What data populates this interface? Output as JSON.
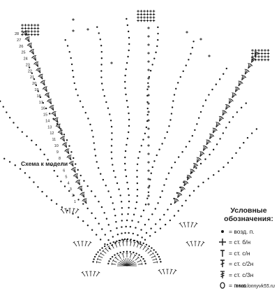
{
  "caption": "Схема к модели",
  "legend": {
    "title_line1": "Условные",
    "title_line2": "обозначения:",
    "items": [
      {
        "symbol": "chain-dot-icon",
        "label": "= возд. п."
      },
      {
        "symbol": "single-crochet-icon",
        "label": "= ст. б/н"
      },
      {
        "symbol": "half-double-crochet-icon",
        "label": "= ст. с/н"
      },
      {
        "symbol": "double-crochet-icon",
        "label": "= ст. с/2н"
      },
      {
        "symbol": "treble-crochet-icon",
        "label": "= ст. с/3н"
      },
      {
        "symbol": "picot-icon",
        "label": "= пико"
      }
    ]
  },
  "row_numbers": [
    "1",
    "2",
    "3",
    "4",
    "5",
    "6",
    "7",
    "8",
    "9",
    "10",
    "11",
    "12",
    "13",
    "14",
    "15",
    "16",
    "17",
    "18",
    "19",
    "20",
    "21",
    "22",
    "23",
    "24",
    "25",
    "26",
    "27",
    "28"
  ],
  "watermark": "www.lonnyvk55.ru",
  "ink_color": "#1a1a1a"
}
